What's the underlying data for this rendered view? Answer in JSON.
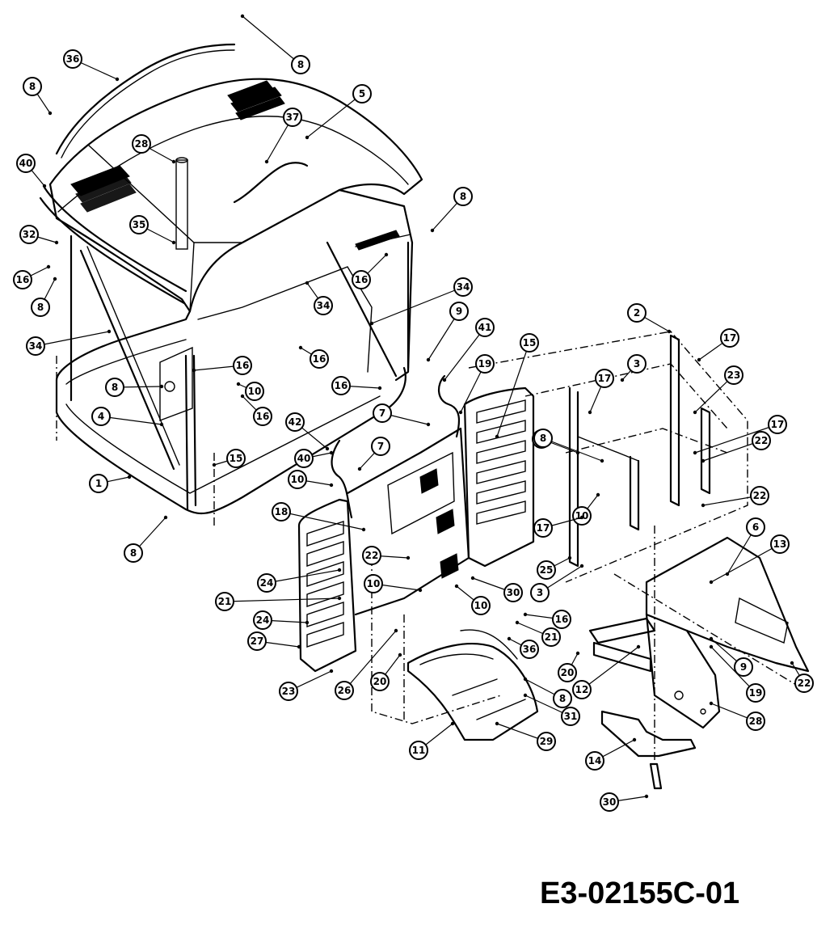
{
  "drawing_code": "E3-02155C-01",
  "callouts": [
    {
      "label": "8"
    },
    {
      "label": "36"
    },
    {
      "label": "8"
    },
    {
      "label": "5"
    },
    {
      "label": "37"
    },
    {
      "label": "28"
    },
    {
      "label": "40"
    },
    {
      "label": "35"
    },
    {
      "label": "32"
    },
    {
      "label": "16"
    },
    {
      "label": "8"
    },
    {
      "label": "8"
    },
    {
      "label": "16"
    },
    {
      "label": "34"
    },
    {
      "label": "34"
    },
    {
      "label": "34"
    },
    {
      "label": "9"
    },
    {
      "label": "41"
    },
    {
      "label": "15"
    },
    {
      "label": "19"
    },
    {
      "label": "16"
    },
    {
      "label": "16"
    },
    {
      "label": "10"
    },
    {
      "label": "16"
    },
    {
      "label": "16"
    },
    {
      "label": "8"
    },
    {
      "label": "4"
    },
    {
      "label": "1"
    },
    {
      "label": "15"
    },
    {
      "label": "8"
    },
    {
      "label": "7"
    },
    {
      "label": "7"
    },
    {
      "label": "42"
    },
    {
      "label": "40"
    },
    {
      "label": "10"
    },
    {
      "label": "10"
    },
    {
      "label": "2"
    },
    {
      "label": "17"
    },
    {
      "label": "3"
    },
    {
      "label": "17"
    },
    {
      "label": "23"
    },
    {
      "label": "17"
    },
    {
      "label": "22"
    },
    {
      "label": "22"
    },
    {
      "label": "18"
    },
    {
      "label": "8"
    },
    {
      "label": "10"
    },
    {
      "label": "17"
    },
    {
      "label": "22"
    },
    {
      "label": "24"
    },
    {
      "label": "10"
    },
    {
      "label": "21"
    },
    {
      "label": "24"
    },
    {
      "label": "10"
    },
    {
      "label": "30"
    },
    {
      "label": "25"
    },
    {
      "label": "3"
    },
    {
      "label": "16"
    },
    {
      "label": "21"
    },
    {
      "label": "27"
    },
    {
      "label": "36"
    },
    {
      "label": "20"
    },
    {
      "label": "20"
    },
    {
      "label": "23"
    },
    {
      "label": "26"
    },
    {
      "label": "8"
    },
    {
      "label": "31"
    },
    {
      "label": "12"
    },
    {
      "label": "6"
    },
    {
      "label": "13"
    },
    {
      "label": "9"
    },
    {
      "label": "19"
    },
    {
      "label": "28"
    },
    {
      "label": "22"
    },
    {
      "label": "29"
    },
    {
      "label": "14"
    },
    {
      "label": "30"
    },
    {
      "label": "11"
    }
  ]
}
